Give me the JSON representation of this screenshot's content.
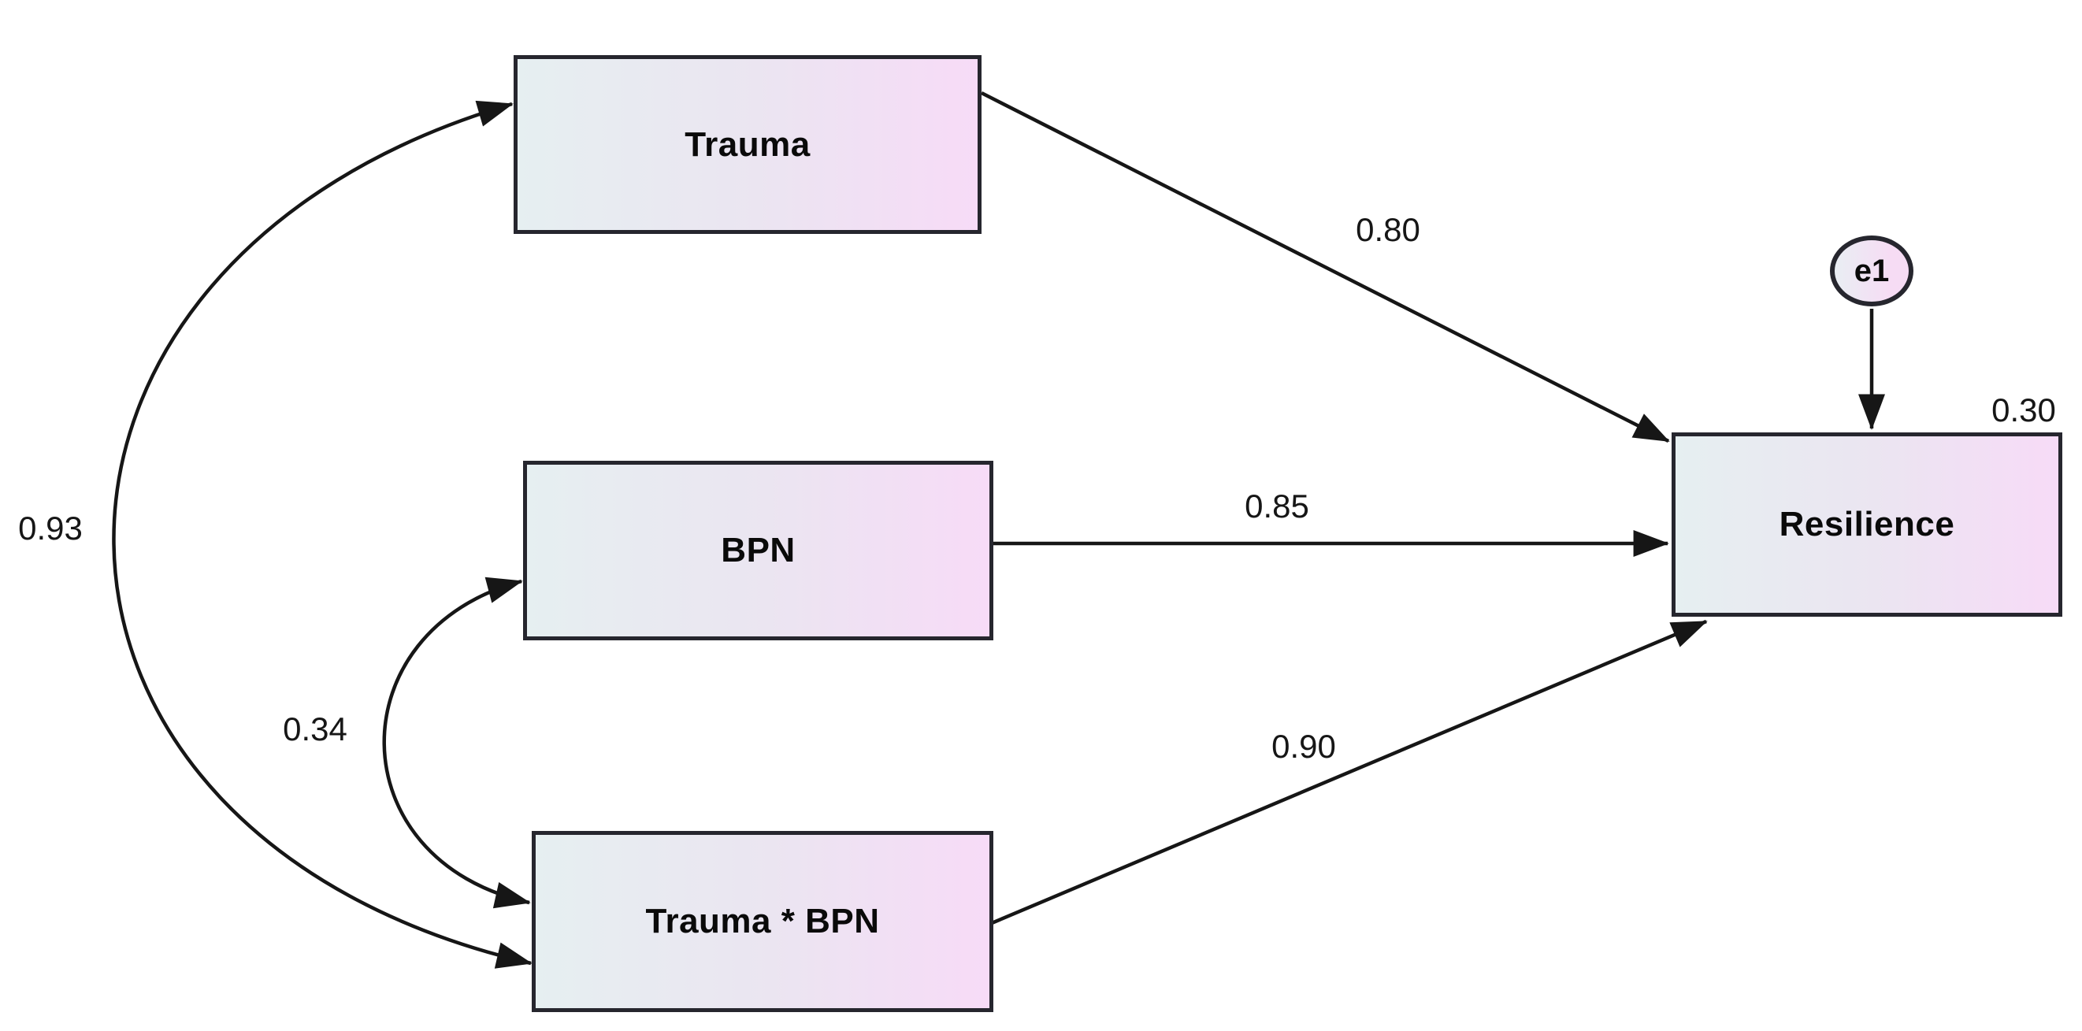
{
  "diagram": {
    "kind": "structural-equation-path-diagram",
    "nodes": {
      "trauma": {
        "label": "Trauma",
        "shape": "rectangle"
      },
      "bpn": {
        "label": "BPN",
        "shape": "rectangle"
      },
      "trauma_x_bpn": {
        "label": "Trauma * BPN",
        "shape": "rectangle"
      },
      "resilience": {
        "label": "Resilience",
        "shape": "rectangle",
        "r_squared": "0.30"
      },
      "e1": {
        "label": "e1",
        "shape": "ellipse"
      }
    },
    "edges": {
      "trauma_to_resilience": {
        "from": "Trauma",
        "to": "Resilience",
        "kind": "directed-arrow",
        "coefficient": "0.80"
      },
      "bpn_to_resilience": {
        "from": "BPN",
        "to": "Resilience",
        "kind": "directed-arrow",
        "coefficient": "0.85"
      },
      "interaction_to_resilience": {
        "from": "Trauma * BPN",
        "to": "Resilience",
        "kind": "directed-arrow",
        "coefficient": "0.90"
      },
      "trauma_with_interaction": {
        "from": "Trauma",
        "to": "Trauma * BPN",
        "kind": "covariance-curve",
        "coefficient": "0.93"
      },
      "bpn_with_interaction": {
        "from": "BPN",
        "to": "Trauma * BPN",
        "kind": "covariance-curve",
        "coefficient": "0.34"
      },
      "e1_to_resilience": {
        "from": "e1",
        "to": "Resilience",
        "kind": "directed-arrow",
        "coefficient": ""
      }
    },
    "colors": {
      "node_fill_left": "#e6eff1",
      "node_fill_right": "#f7dbf7",
      "node_border": "#26262e",
      "arrow": "#161616",
      "text": "#0a0a0a",
      "background": "#ffffff"
    }
  }
}
